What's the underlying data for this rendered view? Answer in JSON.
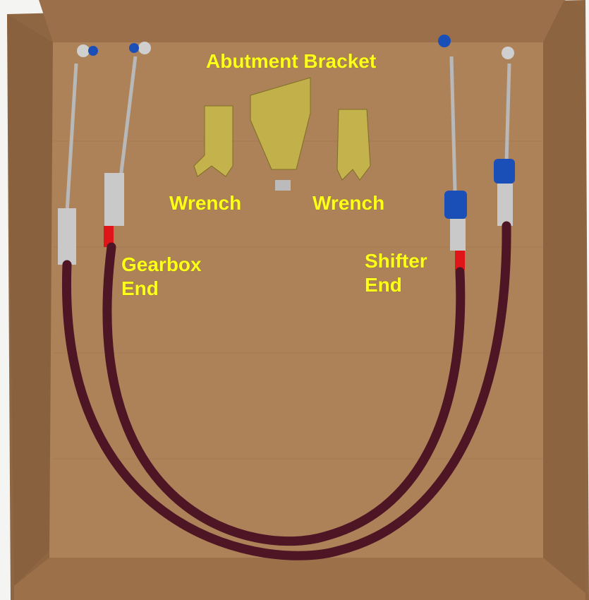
{
  "labels": {
    "abutment_bracket": "Abutment Bracket",
    "wrench_left": "Wrench",
    "wrench_right": "Wrench",
    "gearbox_end_line1": "Gearbox",
    "gearbox_end_line2": "End",
    "shifter_end_line1": "Shifter",
    "shifter_end_line2": "End"
  },
  "colors": {
    "cardboard": "#a87d55",
    "cable": "#4e1524",
    "label": "#ffff1a",
    "blue_fitting": "#1a4fb8",
    "red_marker": "#e0151a"
  }
}
